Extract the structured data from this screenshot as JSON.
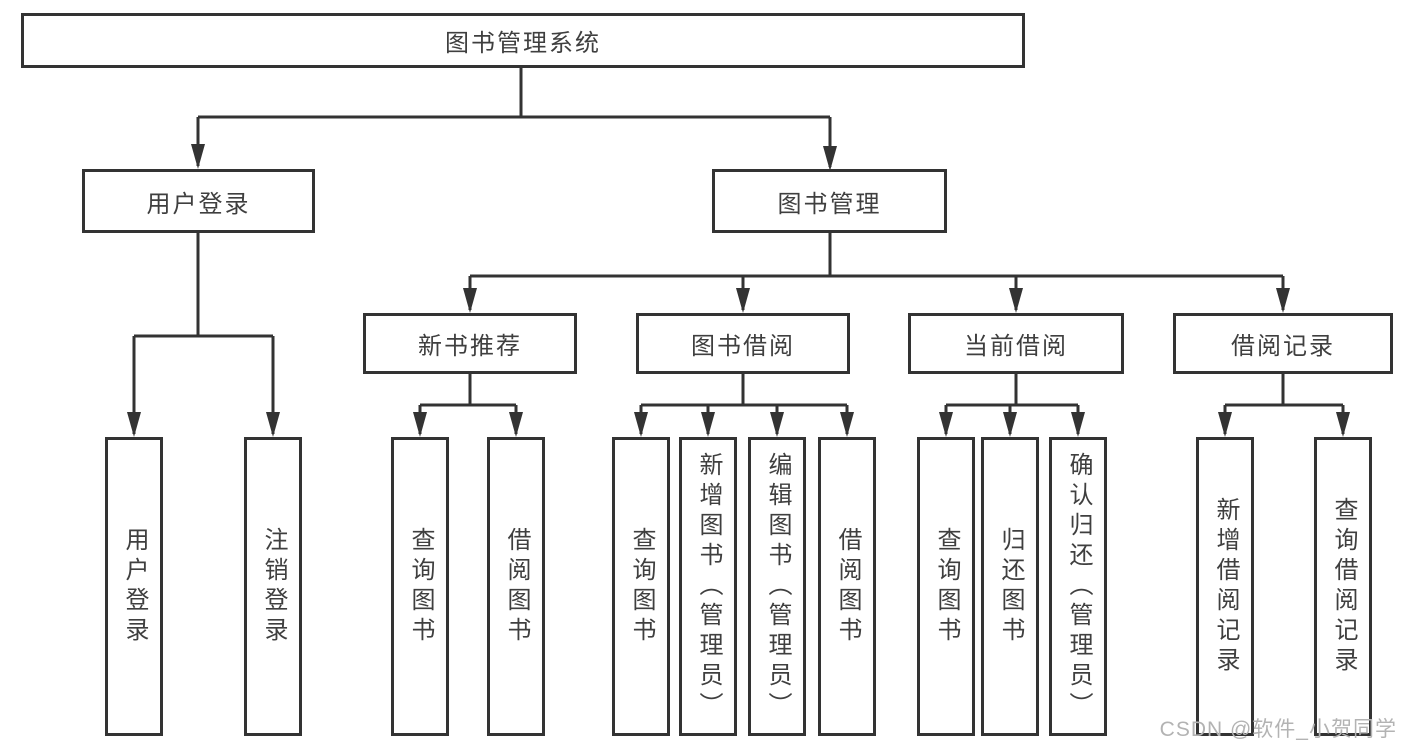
{
  "diagram": {
    "title": "图书管理系统",
    "colors": {
      "line": "#333333",
      "text": "#3f3f3f",
      "background": "#ffffff",
      "watermark": "#b3b3b3"
    },
    "boxes": {
      "system": {
        "label": "图书管理系统"
      },
      "user_login": {
        "label": "用户登录"
      },
      "book_manage": {
        "label": "图书管理"
      },
      "new_book_rec": {
        "label": "新书推荐"
      },
      "book_borrow": {
        "label": "图书借阅"
      },
      "current_borrow": {
        "label": "当前借阅"
      },
      "borrow_record": {
        "label": "借阅记录"
      },
      "leaf_user_login": {
        "label": "用户登录"
      },
      "leaf_logout": {
        "label": "注销登录"
      },
      "leaf_query_book_1": {
        "label": "查询图书"
      },
      "leaf_borrow_book_1": {
        "label": "借阅图书"
      },
      "leaf_query_book_2": {
        "label": "查询图书"
      },
      "leaf_add_book": {
        "label": "新增图书（管理员）"
      },
      "leaf_edit_book": {
        "label": "编辑图书（管理员）"
      },
      "leaf_borrow_book_2": {
        "label": "借阅图书"
      },
      "leaf_query_book_3": {
        "label": "查询图书"
      },
      "leaf_return_book": {
        "label": "归还图书"
      },
      "leaf_confirm_return": {
        "label": "确认归还（管理员）"
      },
      "leaf_add_record": {
        "label": "新增借阅记录"
      },
      "leaf_query_record": {
        "label": "查询借阅记录"
      }
    },
    "edges": [
      [
        "system",
        "user_login"
      ],
      [
        "system",
        "book_manage"
      ],
      [
        "user_login",
        "leaf_user_login"
      ],
      [
        "user_login",
        "leaf_logout"
      ],
      [
        "book_manage",
        "new_book_rec"
      ],
      [
        "book_manage",
        "book_borrow"
      ],
      [
        "book_manage",
        "current_borrow"
      ],
      [
        "book_manage",
        "borrow_record"
      ],
      [
        "new_book_rec",
        "leaf_query_book_1"
      ],
      [
        "new_book_rec",
        "leaf_borrow_book_1"
      ],
      [
        "book_borrow",
        "leaf_query_book_2"
      ],
      [
        "book_borrow",
        "leaf_add_book"
      ],
      [
        "book_borrow",
        "leaf_edit_book"
      ],
      [
        "book_borrow",
        "leaf_borrow_book_2"
      ],
      [
        "current_borrow",
        "leaf_query_book_3"
      ],
      [
        "current_borrow",
        "leaf_return_book"
      ],
      [
        "current_borrow",
        "leaf_confirm_return"
      ],
      [
        "borrow_record",
        "leaf_add_record"
      ],
      [
        "borrow_record",
        "leaf_query_record"
      ]
    ]
  },
  "watermark": {
    "text": "CSDN @软件_小贺同学"
  }
}
